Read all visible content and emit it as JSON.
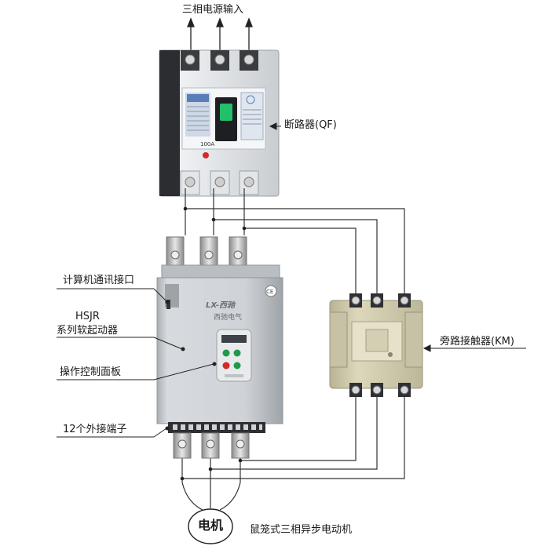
{
  "labels": {
    "power_input": "三相电源输入",
    "breaker": "断路器(QF)",
    "comm_port": "计算机通讯接口",
    "model": "HSJR",
    "soft_starter": "系列软起动器",
    "control_panel": "操作控制面板",
    "terminals": "12个外接端子",
    "bypass_contactor": "旁路接触器(KM)",
    "motor": "电机",
    "motor_desc": "鼠笼式三相异步电动机"
  },
  "device_marks": {
    "starter_brand": "LX-西驰",
    "starter_brand_cn": "西驰电气",
    "ce_mark": "CE",
    "breaker_rating": "100A"
  },
  "colors": {
    "wire": "#333333",
    "breaker_body": "#e9ecef",
    "breaker_dark": "#2b2d30",
    "breaker_label": "#5a7fb8",
    "breaker_handle": "#22c06a",
    "starter_body": "#cfd3d7",
    "starter_panel": "#e8eaec",
    "contactor_body": "#d9d3b6",
    "btn_green": "#1f9a4a",
    "btn_red": "#d02a2a",
    "copper": "#c9c9c9"
  }
}
